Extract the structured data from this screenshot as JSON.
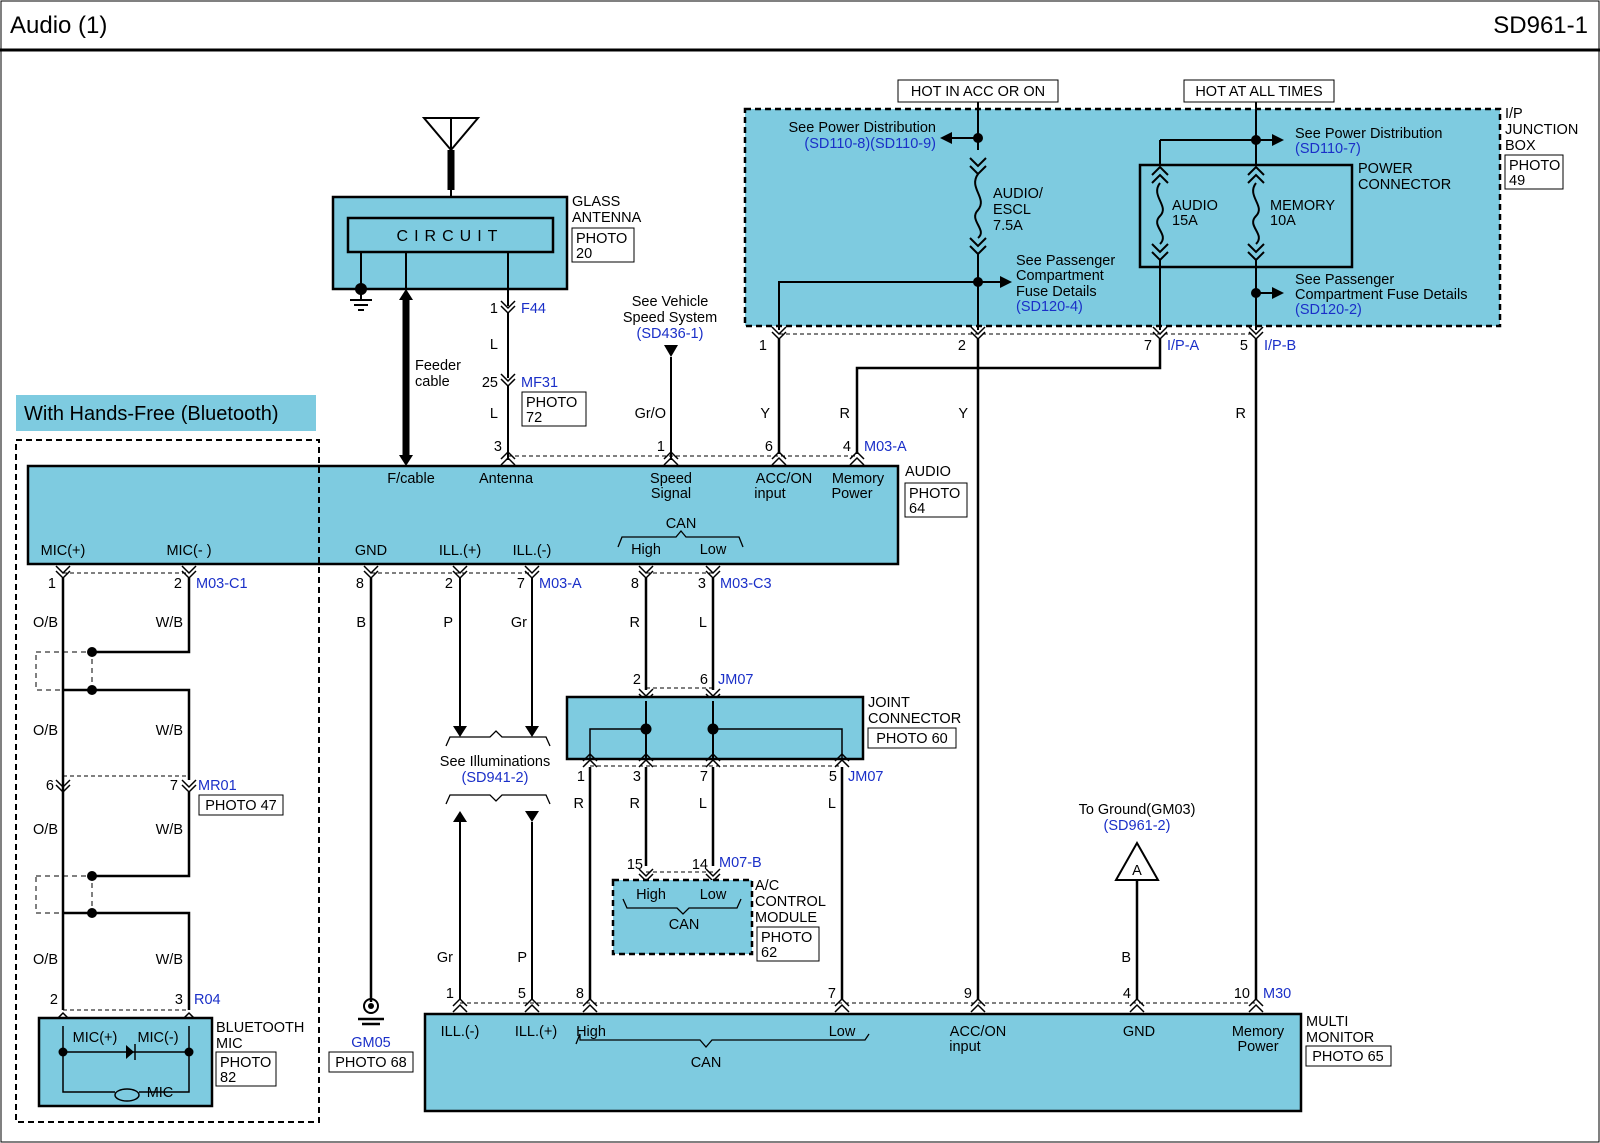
{
  "header": {
    "title": "Audio (1)",
    "code": "SD961-1"
  },
  "power": {
    "acc_on": "HOT IN ACC OR ON",
    "all_times": "HOT AT ALL TIMES"
  },
  "jbox": {
    "l1": "I/P",
    "l2": "JUNCTION",
    "l3": "BOX",
    "photo1": "PHOTO",
    "photo2": "49",
    "see_pd": "See Power Distribution",
    "ref1": "(SD110-8)(SD110-9)",
    "ref2": "(SD110-7)",
    "fuse_audio_escl": [
      "AUDIO/",
      "ESCL",
      "7.5A"
    ],
    "fuse_audio": [
      "AUDIO",
      "15A"
    ],
    "fuse_memory": [
      "MEMORY",
      "10A"
    ],
    "power_conn": [
      "POWER",
      "CONNECTOR"
    ],
    "see_pass_1": [
      "See Passenger",
      "Compartment",
      "Fuse Details"
    ],
    "ref3": "(SD120-4)",
    "see_pass_2": [
      "See Passenger",
      "Compartment Fuse Details"
    ],
    "ref4": "(SD120-2)",
    "pins": {
      "p1": "1",
      "p2": "2",
      "p7": "7",
      "p5": "5"
    },
    "conn_a": "I/P-A",
    "conn_b": "I/P-B"
  },
  "antenna": {
    "name": [
      "GLASS",
      "ANTENNA"
    ],
    "photo": [
      "PHOTO",
      "20"
    ],
    "circuit": "CIRCUIT",
    "feeder": [
      "Feeder",
      "cable"
    ],
    "f44": "F44",
    "f44_pin": "1",
    "mf31": "MF31",
    "mf31_pin": "25",
    "mf31_photo": [
      "PHOTO",
      "72"
    ],
    "wire1": "L",
    "wire2": "L"
  },
  "vss": {
    "text": [
      "See Vehicle",
      "Speed System"
    ],
    "ref": "(SD436-1)",
    "wire": "Gr/O"
  },
  "audio": {
    "name": "AUDIO",
    "photo": [
      "PHOTO",
      "64"
    ],
    "top_pins": {
      "antenna": "3",
      "speed": "1",
      "acc": "6",
      "mem": "4"
    },
    "top_conn": "M03-A",
    "wires_top": {
      "acc": "Y",
      "mem": "R",
      "acc2": "Y",
      "mem2": "R"
    },
    "labels": {
      "fcable": "F/cable",
      "antenna": "Antenna",
      "speed": [
        "Speed",
        "Signal"
      ],
      "acc": [
        "ACC/ON",
        "input"
      ],
      "mem": [
        "Memory",
        "Power"
      ],
      "mic_p": "MIC(+)",
      "mic_m": "MIC(- )",
      "gnd": "GND",
      "ill_p": "ILL.(+)",
      "ill_m": "ILL.(-)",
      "can": "CAN",
      "high": "High",
      "low": "Low"
    },
    "bottom": {
      "p1": "1",
      "p2": "2",
      "c1": "M03-C1",
      "p8": "8",
      "p2b": "2",
      "p7": "7",
      "ca": "M03-A",
      "p8b": "8",
      "p3": "3",
      "c3": "M03-C3"
    }
  },
  "hf": {
    "banner": "With Hands-Free (Bluetooth)",
    "wires": [
      "O/B",
      "W/B",
      "O/B",
      "W/B",
      "O/B",
      "W/B",
      "O/B",
      "W/B"
    ],
    "mr01": "MR01",
    "mr01_pin1": "6",
    "mr01_pin2": "7",
    "mr01_photo": "PHOTO 47",
    "r04": "R04",
    "r04_pin1": "2",
    "r04_pin2": "3",
    "mic_name": [
      "BLUETOOTH",
      "MIC"
    ],
    "mic_photo": [
      "PHOTO",
      "82"
    ],
    "mic_p": "MIC(+)",
    "mic_m": "MIC(-)",
    "mic": "MIC"
  },
  "ground": {
    "wire": "B",
    "name": "GM05",
    "photo": "PHOTO 68"
  },
  "illum": {
    "wires_top": [
      "P",
      "Gr"
    ],
    "text": "See Illuminations",
    "ref": "(SD941-2)",
    "wires_bottom": [
      "Gr",
      "P"
    ]
  },
  "joint": {
    "name": [
      "JOINT",
      "CONNECTOR"
    ],
    "photo": "PHOTO 60",
    "top_conn": "JM07",
    "top_p1": "2",
    "top_p2": "6",
    "bot_conn": "JM07",
    "bot_pins": [
      "1",
      "3",
      "7",
      "5"
    ],
    "wires_in": [
      "R",
      "L"
    ],
    "wires_out": [
      "R",
      "R",
      "L",
      "L"
    ]
  },
  "ac": {
    "name": [
      "A/C",
      "CONTROL",
      "MODULE"
    ],
    "photo": [
      "PHOTO",
      "62"
    ],
    "conn": "M07-B",
    "p15": "15",
    "p14": "14",
    "high": "High",
    "low": "Low",
    "can": "CAN"
  },
  "to_ground": {
    "text": "To Ground(GM03)",
    "ref": "(SD961-2)",
    "letter": "A",
    "wire": "B"
  },
  "monitor": {
    "name": [
      "MULTI",
      "MONITOR"
    ],
    "photo": "PHOTO 65",
    "conn": "M30",
    "pins": [
      "1",
      "5",
      "8",
      "7",
      "9",
      "4",
      "10"
    ],
    "labels": {
      "ill_m": "ILL.(-)",
      "ill_p": "ILL.(+)",
      "high": "High",
      "low": "Low",
      "can": "CAN",
      "acc": [
        "ACC/ON",
        "input"
      ],
      "gnd": "GND",
      "mem": [
        "Memory",
        "Power"
      ]
    }
  }
}
